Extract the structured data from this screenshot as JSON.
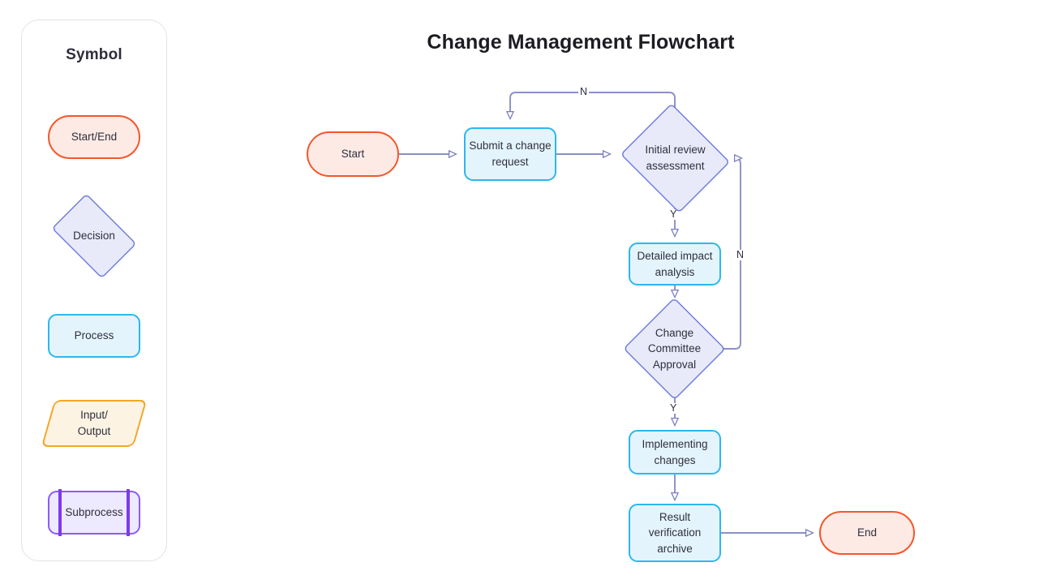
{
  "legend": {
    "title": "Symbol",
    "items": [
      {
        "label": "Start/End",
        "shape": "stadium",
        "stroke": "#f4562a",
        "fill": "#fdeae5"
      },
      {
        "label": "Decision",
        "shape": "diamond",
        "stroke": "#6b7ae0",
        "fill": "#e8eafa"
      },
      {
        "label": "Process",
        "shape": "rectangle",
        "stroke": "#2bb8f0",
        "fill": "#e4f4fd"
      },
      {
        "label": "Input/\nOutput",
        "shape": "parallelogram",
        "stroke": "#f5a524",
        "fill": "#fdf3e3"
      },
      {
        "label": "Subprocess",
        "shape": "subprocess",
        "stroke": "#8b5cf6",
        "fill": "#ede9fe"
      }
    ]
  },
  "chart_data": {
    "type": "diagram",
    "diagram_kind": "flowchart",
    "title": "Change Management Flowchart",
    "orientation": "left-to-right then top-to-bottom",
    "edge_color": "#8b8fc7",
    "nodes": [
      {
        "id": "start",
        "label": "Start",
        "shape": "stadium"
      },
      {
        "id": "submit",
        "label": "Submit a change request",
        "shape": "rectangle"
      },
      {
        "id": "review",
        "label": "Initial review assessment",
        "shape": "diamond"
      },
      {
        "id": "impact",
        "label": "Detailed impact analysis",
        "shape": "rectangle"
      },
      {
        "id": "committee",
        "label": "Change Committee Approval",
        "shape": "diamond"
      },
      {
        "id": "implement",
        "label": "Implementing changes",
        "shape": "rectangle"
      },
      {
        "id": "verify",
        "label": "Result verification archive",
        "shape": "rectangle"
      },
      {
        "id": "end",
        "label": "End",
        "shape": "stadium"
      }
    ],
    "edges": [
      {
        "from": "start",
        "to": "submit",
        "label": ""
      },
      {
        "from": "submit",
        "to": "review",
        "label": ""
      },
      {
        "from": "review",
        "to": "submit",
        "label": "N"
      },
      {
        "from": "review",
        "to": "impact",
        "label": "Y"
      },
      {
        "from": "impact",
        "to": "committee",
        "label": ""
      },
      {
        "from": "committee",
        "to": "review",
        "label": "N"
      },
      {
        "from": "committee",
        "to": "implement",
        "label": "Y"
      },
      {
        "from": "implement",
        "to": "verify",
        "label": ""
      },
      {
        "from": "verify",
        "to": "end",
        "label": ""
      }
    ],
    "node_labels": {
      "start": "Start",
      "submit_line1": "Submit a change",
      "submit_line2": "request",
      "review_line1": "Initial review",
      "review_line2": "assessment",
      "impact_line1": "Detailed impact",
      "impact_line2": "analysis",
      "committee_line1": "Change",
      "committee_line2": "Committee",
      "committee_line3": "Approval",
      "implement_line1": "Implementing",
      "implement_line2": "changes",
      "verify_line1": "Result",
      "verify_line2": "verification",
      "verify_line3": "archive",
      "end": "End"
    },
    "edge_labels": {
      "review_no": "N",
      "review_yes": "Y",
      "committee_no": "N",
      "committee_yes": "Y"
    }
  }
}
